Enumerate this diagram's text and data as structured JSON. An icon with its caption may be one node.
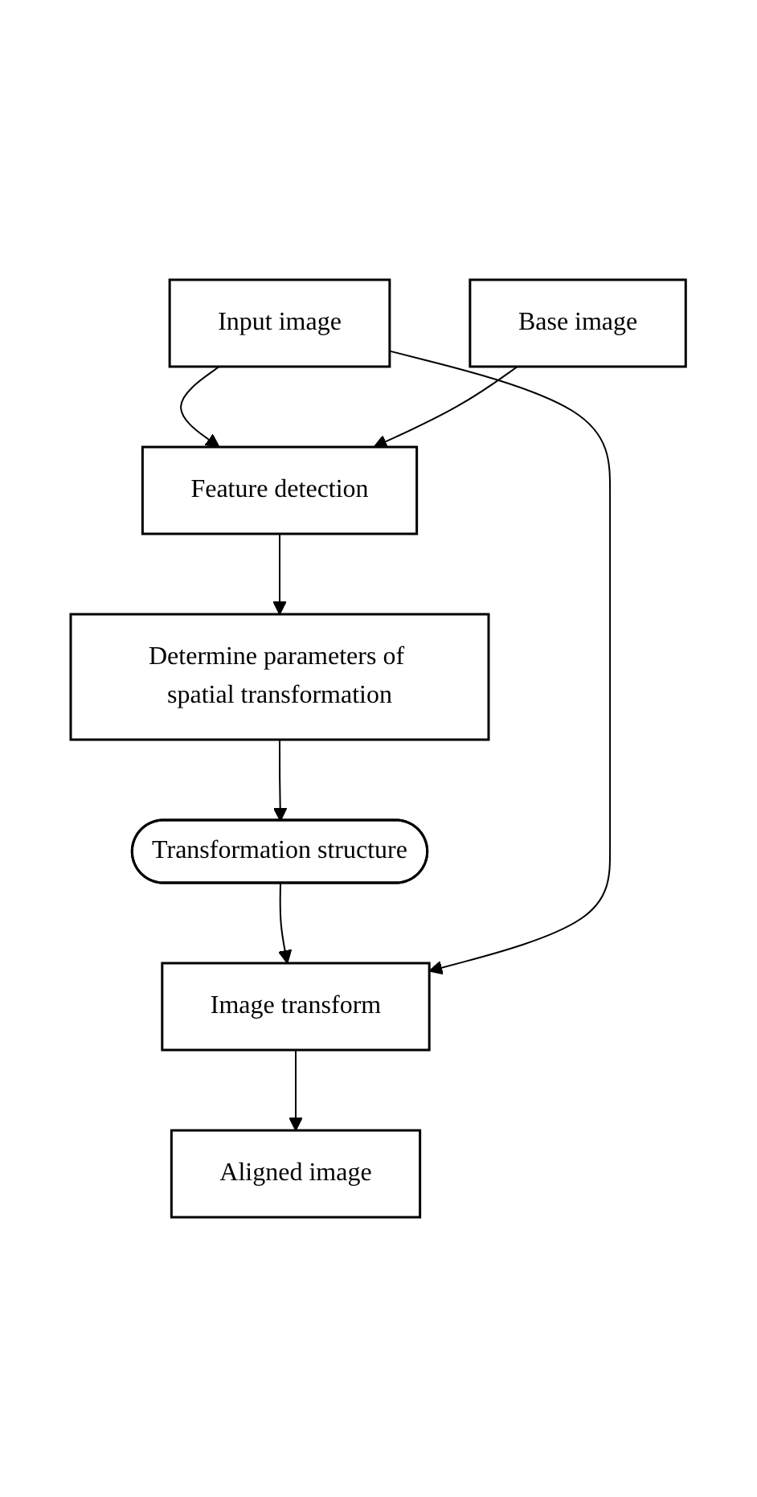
{
  "diagram": {
    "nodes": [
      {
        "text": [
          "Input image"
        ]
      },
      {
        "text": [
          "Base image"
        ]
      },
      {
        "text": [
          "Feature detection"
        ]
      },
      {
        "text": [
          "Determine parameters of spatial transformation"
        ]
      },
      {
        "text": [
          "Transformation structure"
        ]
      },
      {
        "text": [
          "Image transform"
        ]
      },
      {
        "text": [
          "Aligned image"
        ]
      }
    ],
    "edges": [
      {
        "from": 0,
        "to": 2,
        "arrow": "to"
      },
      {
        "from": 1,
        "to": 2,
        "arrow": "to"
      },
      {
        "from": 2,
        "to": 3,
        "arrow": "to"
      },
      {
        "from": 3,
        "to": 4,
        "arrow": "to"
      },
      {
        "from": 4,
        "to": 5,
        "arrow": "to"
      },
      {
        "from": 0,
        "to": 5,
        "arrow": "to"
      },
      {
        "from": 5,
        "to": 6,
        "arrow": "to"
      }
    ]
  }
}
